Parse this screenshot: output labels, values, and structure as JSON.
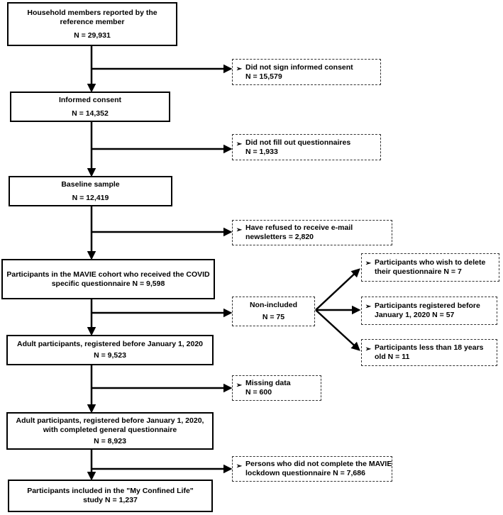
{
  "main_boxes": [
    {
      "lines": [
        "Household members reported by the",
        "reference member"
      ],
      "n": "N = 29,931"
    },
    {
      "lines": [
        "Informed consent"
      ],
      "n": "N = 14,352"
    },
    {
      "lines": [
        "Baseline sample"
      ],
      "n": "N = 12,419"
    },
    {
      "lines": [
        "Participants in the MAVIE cohort who received the COVID",
        "specific questionnaire N = 9,598"
      ],
      "n": ""
    },
    {
      "lines": [
        "Adult participants, registered before January 1, 2020"
      ],
      "n": "N = 9,523"
    },
    {
      "lines": [
        "Adult participants, registered before January 1, 2020,",
        "with completed general questionnaire"
      ],
      "n": "N = 8,923"
    },
    {
      "lines": [
        "Participants included in the \"My Confined Life\"",
        "study N = 1,237"
      ],
      "n": ""
    }
  ],
  "exclusions": [
    {
      "bullet": "➢",
      "lines": [
        "Did not sign informed consent",
        "N = 15,579"
      ]
    },
    {
      "bullet": "➢",
      "lines": [
        "Did not fill out questionnaires",
        "N = 1,933"
      ]
    },
    {
      "bullet": "➢",
      "lines": [
        "Have refused to receive e-mail",
        "newsletters  = 2,820"
      ]
    },
    {
      "bullet": "➢",
      "lines": [
        "Missing data",
        "N = 600"
      ]
    },
    {
      "bullet": "➢",
      "lines": [
        "Persons who did not complete the MAVIE",
        "lockdown questionnaire N = 7,686"
      ]
    }
  ],
  "non_included": {
    "lines": [
      "Non-included",
      "N = 75"
    ]
  },
  "non_included_reasons": [
    {
      "bullet": "➢",
      "lines": [
        "Participants who wish to delete",
        "their questionnaire N = 7"
      ]
    },
    {
      "bullet": "➢",
      "lines": [
        "Participants registered before",
        "January 1, 2020 N = 57"
      ]
    },
    {
      "bullet": "➢",
      "lines": [
        "Participants less than 18 years",
        "old  N = 11"
      ]
    }
  ]
}
